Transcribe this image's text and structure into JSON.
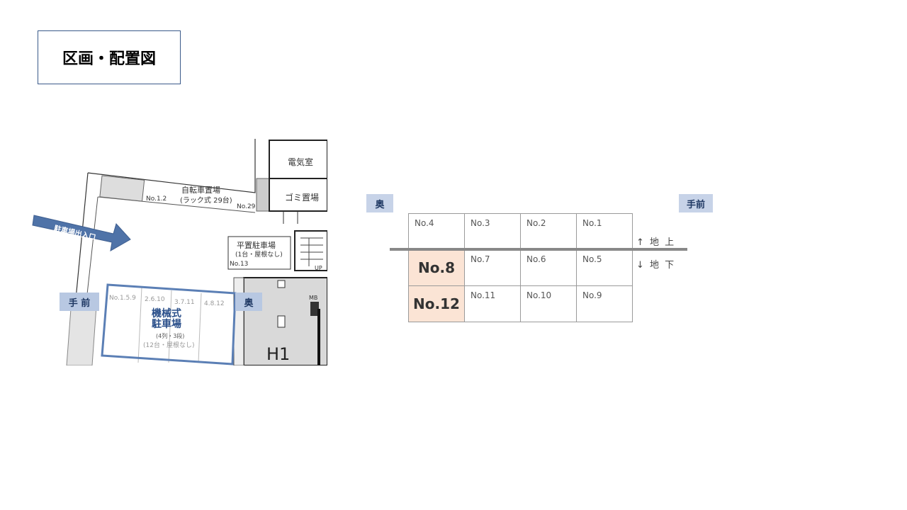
{
  "title": "区画・配置図",
  "plan": {
    "entrance_label": "駐車場出入口",
    "bicycle_title": "自転車置場",
    "bicycle_sub": "(ラック式 29台)",
    "bicycle_no_start": "No.1.2",
    "bicycle_no_end": "No.29",
    "electric_room": "電気室",
    "garbage_room": "ゴミ置場",
    "flat_parking_title": "平置駐車場",
    "flat_parking_sub": "(1台・屋根なし)",
    "flat_parking_no": "No.13",
    "up_label": "UP",
    "mb_label": "MB",
    "h1_label": "H1",
    "mech_label_line1": "機械式",
    "mech_label_line2": "駐車場",
    "mech_label_sub": "(4列・3段)",
    "mech_label_cap": "(12台・屋根なし)",
    "mech_columns": [
      "No.1.5.9",
      "2.6.10",
      "3.7.11",
      "4.8.12"
    ],
    "front_tag": "手 前",
    "back_tag": "奥"
  },
  "grid": {
    "back_tag": "奥",
    "front_tag": "手前",
    "above_label": "↑ 地 上",
    "below_label": "↓ 地 下",
    "row1": [
      "No.4",
      "No.3",
      "No.2",
      "No.1"
    ],
    "row2": [
      "No.8",
      "No.7",
      "No.6",
      "No.5"
    ],
    "row3": [
      "No.12",
      "No.11",
      "No.10",
      "No.9"
    ]
  },
  "colors": {
    "highlight": "#fbe4d5",
    "tag": "#b8c8e2",
    "arrow": "#4f73a8",
    "mech_border": "#5b7fb5"
  }
}
